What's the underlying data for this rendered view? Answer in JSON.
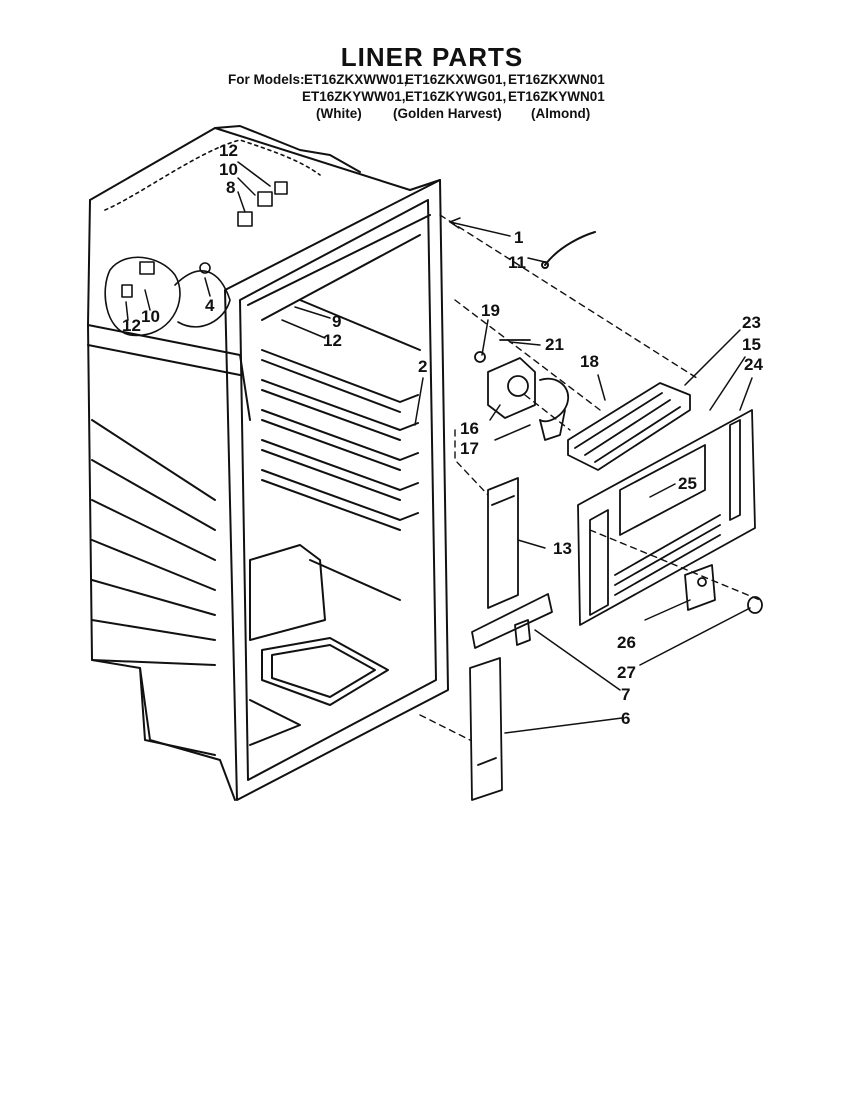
{
  "title": "LINER PARTS",
  "models": {
    "prefix": "For Models:",
    "row1": [
      "ET16ZKXWW01,",
      "ET16ZKXWG01,",
      "ET16ZKXWN01"
    ],
    "row2": [
      "ET16ZKYWW01,",
      "ET16ZKYWG01,",
      "ET16ZKYWN01"
    ],
    "colors": [
      "(White)",
      "(Golden Harvest)",
      "(Almond)"
    ]
  },
  "callouts": {
    "c1": "1",
    "c11": "11",
    "c12a": "12",
    "c10a": "10",
    "c8": "8",
    "c12b": "12",
    "c10b": "10",
    "c4": "4",
    "c9": "9",
    "c12c": "12",
    "c2": "2",
    "c19": "19",
    "c21": "21",
    "c18": "18",
    "c23": "23",
    "c15": "15",
    "c24": "24",
    "c16": "16",
    "c17": "17",
    "c25": "25",
    "c13": "13",
    "c26": "26",
    "c27": "27",
    "c7": "7",
    "c6": "6"
  }
}
